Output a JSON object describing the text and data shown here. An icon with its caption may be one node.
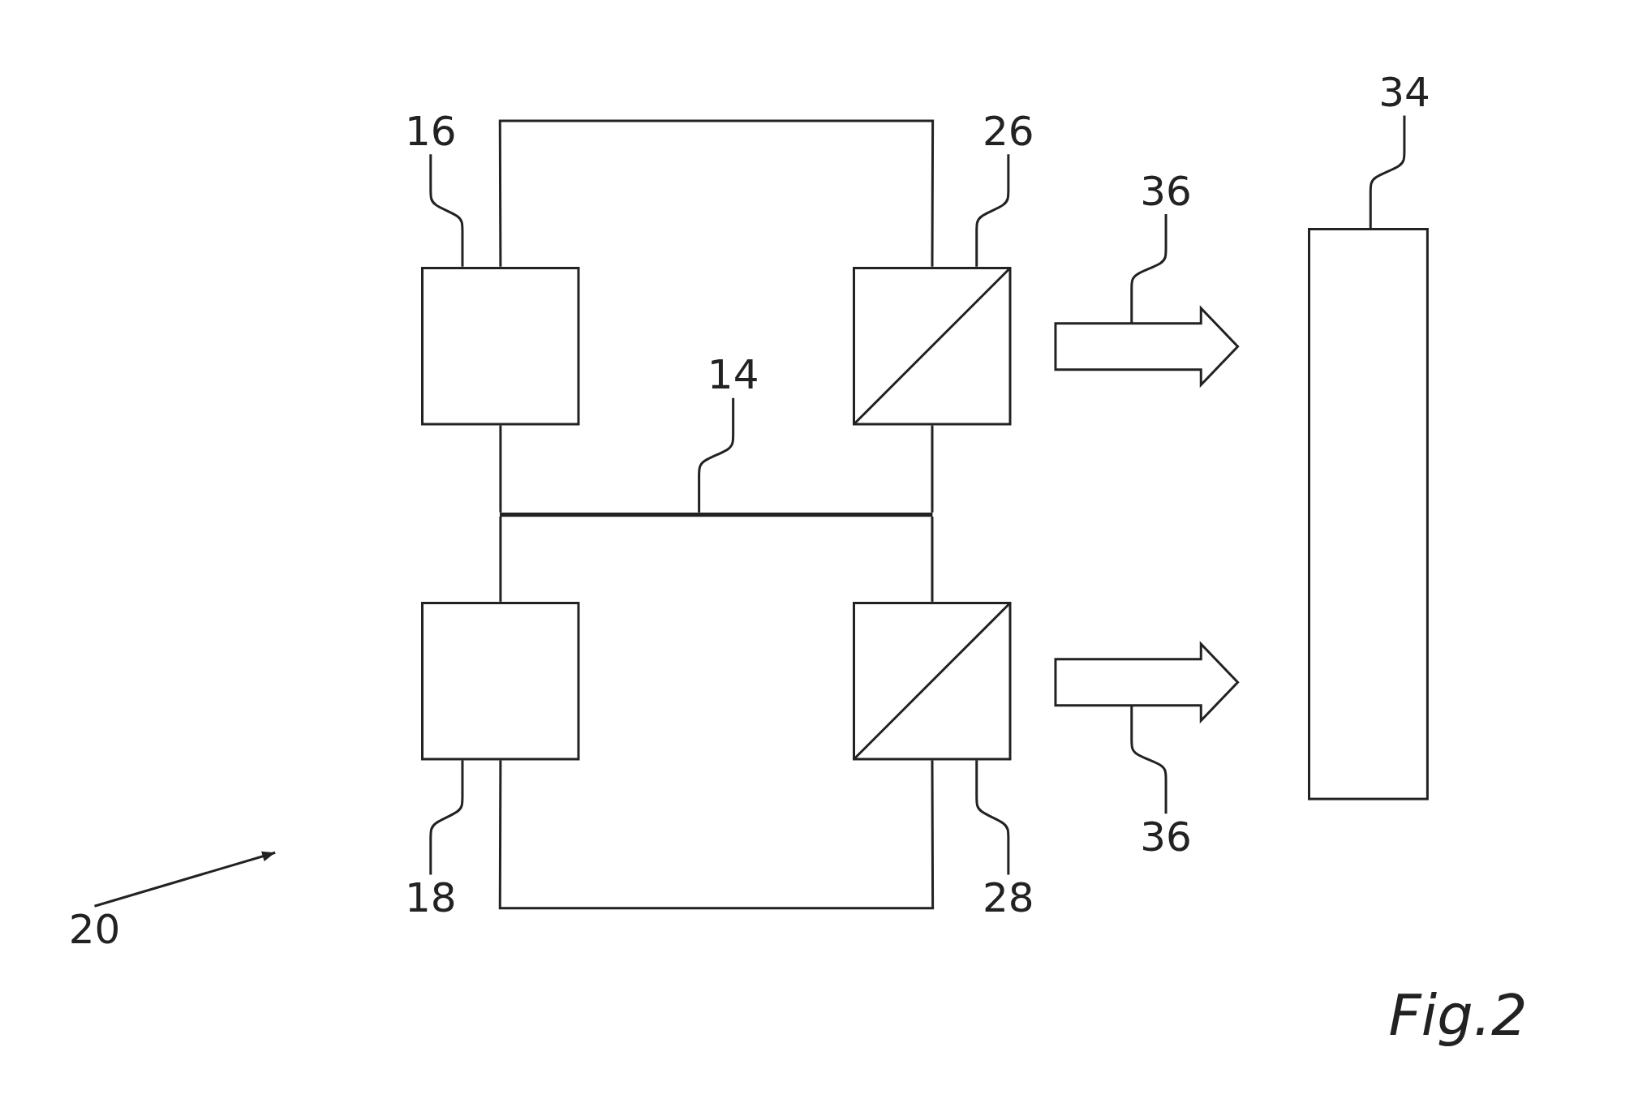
{
  "diagram": {
    "caption": "Fig.2",
    "nodes": [
      {
        "text": [
          "16"
        ]
      },
      {
        "text": [
          "26"
        ]
      },
      {
        "text": [
          "34"
        ]
      },
      {
        "text": [
          "36"
        ]
      },
      {
        "text": [],
        "shape": "box"
      },
      {
        "text": [],
        "shape": "box"
      },
      {
        "text": [],
        "shape": "arrow"
      },
      {
        "text": [],
        "shape": "box"
      },
      {
        "text": [
          "14"
        ]
      },
      {
        "text": [],
        "shape": "bar"
      },
      {
        "text": [],
        "shape": "box"
      },
      {
        "text": [],
        "shape": "box"
      },
      {
        "text": [],
        "shape": "arrow"
      },
      {
        "text": [
          "36"
        ]
      },
      {
        "text": [
          "18"
        ]
      },
      {
        "text": [
          "28"
        ]
      },
      {
        "text": [
          "20"
        ]
      }
    ],
    "edges": [
      {
        "from": 0,
        "to": 4,
        "arrow": "none"
      },
      {
        "from": 1,
        "to": 5,
        "arrow": "none"
      },
      {
        "from": 2,
        "to": 7,
        "arrow": "none"
      },
      {
        "from": 3,
        "to": 6,
        "arrow": "none"
      },
      {
        "from": 8,
        "to": 9,
        "arrow": "none"
      },
      {
        "from": 13,
        "to": 12,
        "arrow": "none"
      },
      {
        "from": 14,
        "to": 10,
        "arrow": "none"
      },
      {
        "from": 15,
        "to": 11,
        "arrow": "none"
      },
      {
        "from": 16,
        "to": null,
        "arrow": "to"
      },
      {
        "from": 4,
        "to": 5,
        "arrow": "none"
      },
      {
        "from": 4,
        "to": 9,
        "arrow": "none"
      },
      {
        "from": 5,
        "to": 9,
        "arrow": "none"
      },
      {
        "from": 10,
        "to": 9,
        "arrow": "none"
      },
      {
        "from": 11,
        "to": 9,
        "arrow": "none"
      },
      {
        "from": 10,
        "to": 11,
        "arrow": "none"
      }
    ]
  }
}
